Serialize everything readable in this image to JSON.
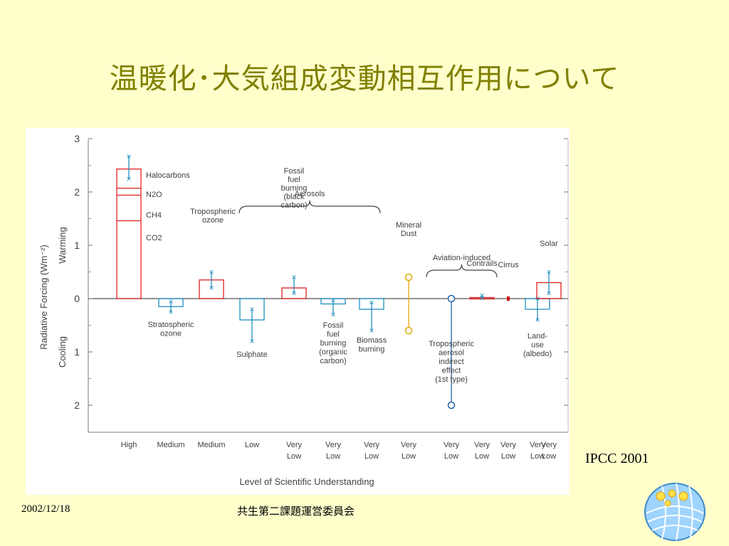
{
  "slide": {
    "title": "温暖化･大気組成変動相互作用について",
    "source": "IPCC 2001",
    "footer_date": "2002/12/18",
    "footer_org": "共生第二課題運営委員会"
  },
  "colors": {
    "background": "#ffffcc",
    "title": "#808000",
    "red": "#e02020",
    "blue": "#1f8fc0",
    "orange": "#e0a800",
    "dark_blue": "#2060a0"
  },
  "chart_data": {
    "type": "bar",
    "ylabel": "Radiative Forcing (Wm⁻²)",
    "warming_label": "Warming",
    "cooling_label": "Cooling",
    "xlabel": "Level of Scientific Understanding",
    "ylim": [
      -2.5,
      3
    ],
    "yticks": [
      {
        "v": 3,
        "t": "3"
      },
      {
        "v": 2,
        "t": "2"
      },
      {
        "v": 1,
        "t": "1"
      },
      {
        "v": 0,
        "t": "0"
      },
      {
        "v": -1,
        "t": "1"
      },
      {
        "v": -2,
        "t": "2"
      }
    ],
    "ghg_components": {
      "labels": [
        "Halocarbons",
        "N2O",
        "CH4",
        "CO2"
      ],
      "cumulative_values": [
        2.43,
        2.07,
        1.94,
        1.46
      ]
    },
    "items": [
      {
        "name": "Halocarbons / N2O / CH4 / CO2",
        "loss": "High",
        "value": 2.43,
        "err": [
          2.25,
          2.67
        ],
        "color": "red",
        "kind": "bar"
      },
      {
        "name": "Stratospheric ozone",
        "label": [
          "Stratospheric",
          "ozone"
        ],
        "label_pos": "below",
        "loss": "Medium",
        "value": -0.15,
        "err": [
          -0.05,
          -0.25
        ],
        "color": "blue",
        "kind": "bar"
      },
      {
        "name": "Tropospheric ozone",
        "label": [
          "Tropospheric",
          "ozone"
        ],
        "label_pos": "above",
        "loss": "Medium",
        "value": 0.35,
        "err": [
          0.2,
          0.5
        ],
        "color": "red",
        "kind": "bar"
      },
      {
        "name": "Sulphate",
        "label": [
          "Sulphate"
        ],
        "label_pos": "below",
        "loss": "Low",
        "value": -0.4,
        "err": [
          -0.2,
          -0.8
        ],
        "color": "blue",
        "kind": "bar"
      },
      {
        "name": "Fossil fuel burning (black carbon)",
        "label": [
          "Fossil",
          "fuel",
          "burning",
          "(black",
          "carbon)"
        ],
        "label_pos": "above",
        "loss": "Very Low",
        "value": 0.2,
        "err": [
          0.1,
          0.4
        ],
        "color": "red",
        "kind": "bar"
      },
      {
        "name": "Fossil fuel burning (organic carbon)",
        "label": [
          "Fossil",
          "fuel",
          "burning",
          "(organic",
          "carbon)"
        ],
        "label_pos": "below",
        "loss": "Very Low",
        "value": -0.1,
        "err": [
          -0.03,
          -0.3
        ],
        "color": "blue",
        "kind": "bar"
      },
      {
        "name": "Biomass burning",
        "label": [
          "Biomass",
          "burning"
        ],
        "label_pos": "below",
        "loss": "Very Low",
        "value": -0.2,
        "err": [
          -0.07,
          -0.6
        ],
        "color": "blue",
        "kind": "bar"
      },
      {
        "name": "Mineral Dust",
        "label": [
          "Mineral",
          "Dust"
        ],
        "label_pos": "above",
        "loss": "Very Low",
        "value": null,
        "err": [
          0.4,
          -0.6
        ],
        "color": "orange",
        "kind": "range"
      },
      {
        "name": "Tropospheric aerosol indirect effect (1st type)",
        "label": [
          "Tropospheric",
          "aerosol",
          "indirect",
          "effect",
          "(1st type)"
        ],
        "label_pos": "below",
        "loss": "Very Low",
        "value": null,
        "err": [
          0,
          -2.0
        ],
        "color": "dark_blue",
        "kind": "range"
      },
      {
        "name": "Contrails",
        "label": [
          "Contrails"
        ],
        "label_pos": "above",
        "loss": "Very Low",
        "value": 0.02,
        "err": [
          0.01,
          0.06
        ],
        "color": "red",
        "kind": "bar"
      },
      {
        "name": "Cirrus",
        "label": [
          "Cirrus"
        ],
        "label_pos": "above",
        "loss": "Very Low",
        "value": null,
        "err": [
          0,
          0.06
        ],
        "color": "red",
        "kind": "range"
      },
      {
        "name": "Land-use (albedo)",
        "label": [
          "Land-",
          "use",
          "(albedo)"
        ],
        "label_pos": "below",
        "loss": "Very Low",
        "value": -0.2,
        "err": [
          0,
          -0.4
        ],
        "color": "blue",
        "kind": "bar"
      },
      {
        "name": "Solar",
        "label": [
          "Solar"
        ],
        "label_pos": "above",
        "loss": "Very Low",
        "value": 0.3,
        "err": [
          0.1,
          0.5
        ],
        "color": "red",
        "kind": "bar"
      }
    ],
    "brackets": [
      {
        "label": "Aerosols"
      },
      {
        "label": "Aviation-induced"
      }
    ]
  }
}
